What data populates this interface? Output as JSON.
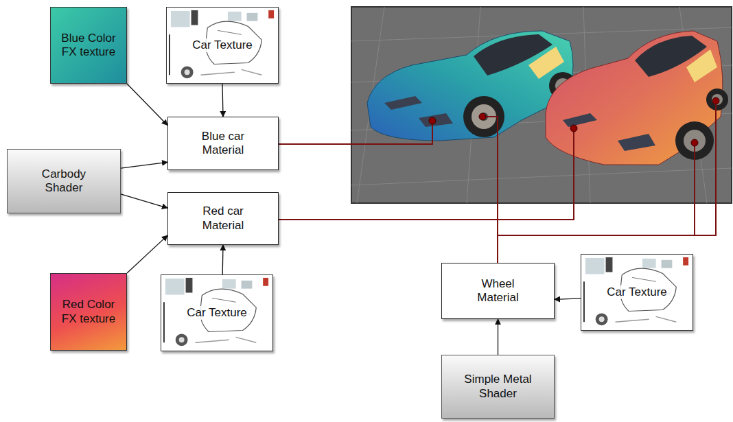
{
  "diagram": {
    "nodes": [
      {
        "text": [
          "Blue Color FX texture"
        ]
      },
      {
        "text": [
          "Car Texture"
        ]
      },
      {
        "text": [
          "Blue car Material"
        ]
      },
      {
        "text": [
          "Carbody Shader"
        ]
      },
      {
        "text": [
          "Red car Material"
        ]
      },
      {
        "text": [
          "Red Color FX texture"
        ]
      },
      {
        "text": [
          "Car Texture"
        ]
      },
      {
        "text": [
          "Wheel Material"
        ]
      },
      {
        "text": [
          "Car Texture"
        ]
      },
      {
        "text": [
          "Simple Metal Shader"
        ]
      }
    ],
    "edges": [
      {
        "from": 0,
        "to": 2,
        "arrow": "to"
      },
      {
        "from": 1,
        "to": 2,
        "arrow": "to"
      },
      {
        "from": 3,
        "to": 2,
        "arrow": "to"
      },
      {
        "from": 3,
        "to": 4,
        "arrow": "to"
      },
      {
        "from": 5,
        "to": 4,
        "arrow": "to"
      },
      {
        "from": 6,
        "to": 4,
        "arrow": "to"
      },
      {
        "from": 8,
        "to": 7,
        "arrow": "to"
      },
      {
        "from": 9,
        "to": 7,
        "arrow": "to"
      }
    ]
  }
}
